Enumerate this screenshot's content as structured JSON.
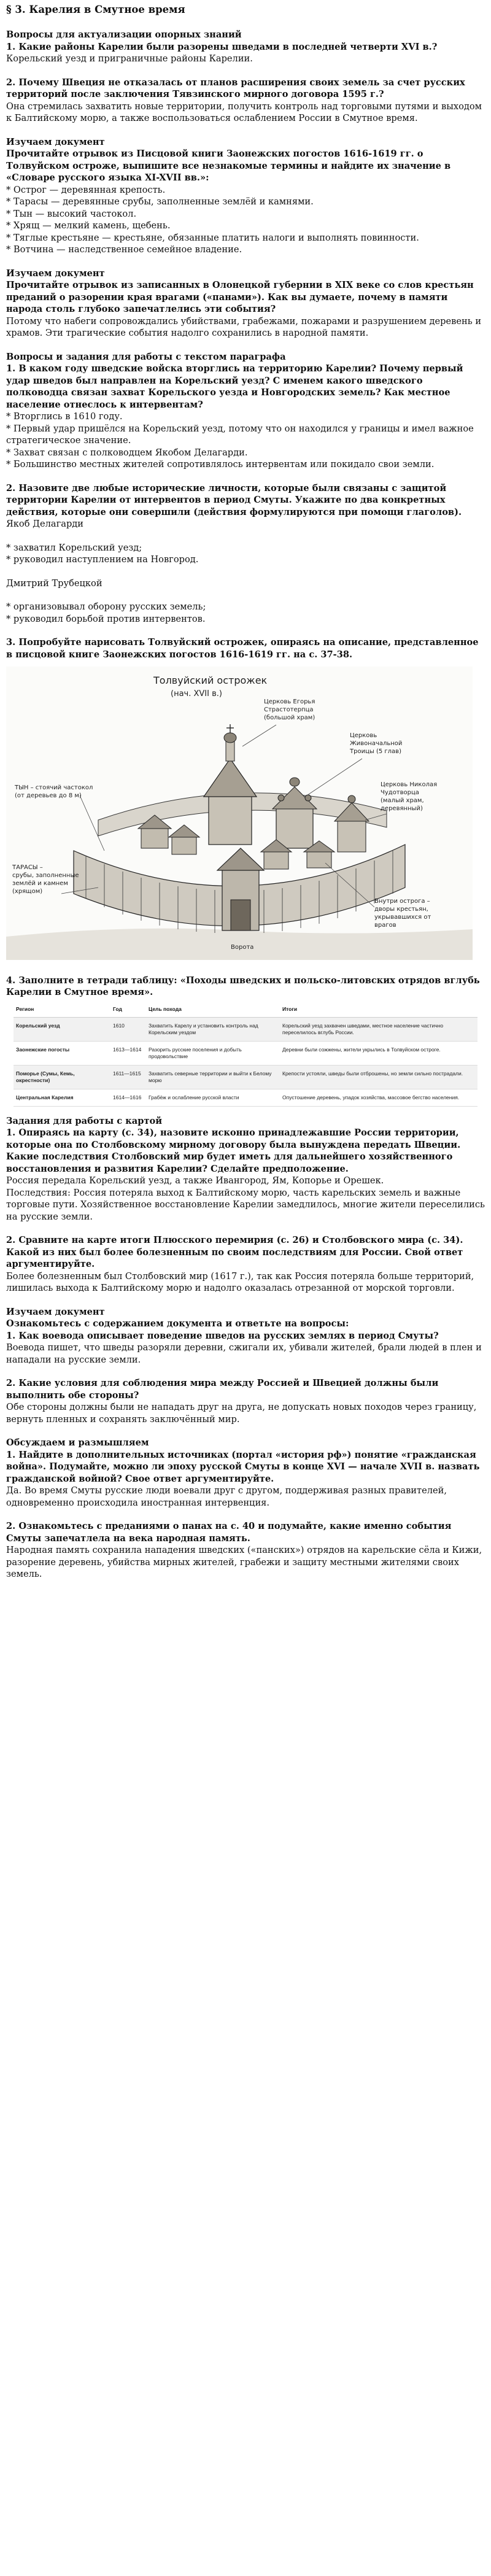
{
  "title": "§ 3. Карелия в Смутное время",
  "sec1": {
    "head": "Вопросы для актуализации опорных знаний",
    "q1": "1. Какие районы Карелии были разорены шведами в последней четверти XVI в.?",
    "a1": "Корельский уезд и приграничные районы Карелии.",
    "q2": "2. Почему Швеция не отказалась от планов расширения своих земель за счет русских территорий после заключения Тявзинского мирного договора 1595 г.?",
    "a2": "Она стремилась захватить новые территории, получить контроль над торговыми путями и выходом к Балтийскому морю, а также воспользоваться ослаблением России в Смутное время."
  },
  "doc1": {
    "head": "Изучаем документ",
    "task": "Прочитайте отрывок из Писцовой книги Заонежских погостов 1616-1619 гг. о Толвуйском остроже, выпишите все незнакомые термины и найдите их значение в «Словаре русского языка XI-XVII вв.»:",
    "terms": "* Острог — деревянная крепость.\n* Тарасы — деревянные срубы, заполненные землёй и камнями.\n* Тын — высокий частокол.\n* Хрящ — мелкий камень, щебень.\n* Тяглые крестьяне — крестьяне, обязанные платить налоги и выполнять повинности.\n* Вотчина — наследственное семейное владение."
  },
  "doc2": {
    "head": "Изучаем документ",
    "task": "Прочитайте отрывок из записанных в Олонецкой губернии в XIX веке со слов крестьян преданий о разорении края врагами («панами»). Как вы думаете, почему в памяти народа столь глубоко запечатлелись эти события?",
    "answer": "Потому что набеги сопровождались убийствами, грабежами, пожарами и разрушением деревень и храмов. Эти трагические события надолго сохранились в народной памяти."
  },
  "sec2": {
    "head": "Вопросы и задания для работы с текстом параграфа",
    "q1": "1. В каком году шведские войска вторглись на территорию Карелии? Почему первый удар шведов был направлен на Корельский уезд? С именем какого шведского полководца связан захват Корельского уезда и Новгородских земель? Как местное население отнеслось к интервентам?",
    "a1": "* Вторглись в 1610 году.\n* Первый удар пришёлся на Корельский уезд, потому что он находился у границы и имел важное стратегическое значение.\n* Захват связан с полководцем Якобом Делагарди.\n* Большинство местных жителей сопротивлялось интервентам или покидало свои земли.",
    "q2": "2. Назовите две любые исторические личности, которые были связаны с защитой территории Карелии от интервентов в период Смуты. Укажите по два конкретных действия, которые они совершили (действия формулируются при помощи глаголов).",
    "p1_name": "Якоб Делагарди",
    "p1_actions": "* захватил Корельский уезд;\n* руководил наступлением на Новгород.",
    "p2_name": "Дмитрий Трубецкой",
    "p2_actions": "* организовывал оборону русских земель;\n* руководил борьбой против интервентов.",
    "q3": "3. Попробуйте нарисовать Толвуйский острожек, опираясь на описание, представленное в писцовой книге Заонежских погостов 1616-1619 гг. на с. 37-38."
  },
  "figure": {
    "title_line1": "Толвуйский острожек",
    "title_line2": "(нач. XVII в.)",
    "lbl_tyn": "ТЫН – стоячий частокол\n(от деревьев до 8 м)",
    "lbl_church": "Церковь Егорья\nСтрастотерпца\n(большой храм)",
    "lbl_church2": "Церковь\nЖивоначальной\nТроицы (5 глав)",
    "lbl_church3": "Церковь Николая\nЧудотворца\n(малый храм, деревянный)",
    "lbl_tarasy": "ТАРАСЫ –\nсрубы, заполненные\nземлёй и камнем\n(хрящом)",
    "lbl_vorota": "Ворота",
    "lbl_inside": "Внутри острога –\nдворы крестьян,\nукрывавшихся от\nврагов"
  },
  "q4": "4. Заполните в тетради таблицу: «Походы шведских и польско-литовских отрядов вглубь Карелии в Смутное время».",
  "table": {
    "headers": [
      "Регион",
      "Год",
      "Цель похода",
      "Итоги"
    ],
    "rows": [
      [
        "Корельский уезд",
        "1610",
        "Захватить Карелу и установить контроль над Корельским уездом",
        "Корельский уезд захвачен шведами, местное население частично переселилось вглубь России."
      ],
      [
        "Заонежские погосты",
        "1613—1614",
        "Разорить русские поселения и добыть продовольствие",
        "Деревни были сожжены, жители укрылись в Толвуйском остроге."
      ],
      [
        "Поморье (Сумы, Кемь, окрестности)",
        "1611—1615",
        "Захватить северные территории и выйти к Белому морю",
        "Крепости устояли, шведы были отброшены, но земли сильно пострадали."
      ],
      [
        "Центральная Карелия",
        "1614—1616",
        "Грабёж и ослабление русской власти",
        "Опустошение деревень, упадок хозяйства, массовое бегство населения."
      ]
    ]
  },
  "sec3": {
    "head": "Задания для работы с картой",
    "q1": "1. Опираясь на карту (с. 34), назовите исконно принадлежавшие России территории, которые она по Столбовскому мирному договору была вынуждена передать Швеции. Какие последствия Столбовский мир будет иметь для дальнейшего хозяйственного восстановления и развития Карелии? Сделайте предположение.",
    "a1": "Россия передала Корельский уезд, а также Ивангород, Ям, Копорье и Орешек.\nПоследствия: Россия потеряла выход к Балтийскому морю, часть карельских земель и важные торговые пути. Хозяйственное восстановление Карелии замедлилось, многие жители переселились на русские земли.",
    "q2": "2. Сравните на карте итоги Плюсского перемирия (с. 26) и Столбовского мира (с. 34). Какой из них был более болезненным по своим последствиям для России. Свой ответ аргументируйте.",
    "a2": "Более болезненным был Столбовский мир (1617 г.), так как Россия потеряла больше территорий, лишилась выхода к Балтийскому морю и надолго оказалась отрезанной от морской торговли."
  },
  "doc3": {
    "head": "Изучаем документ",
    "intro": "Ознакомьтесь с содержанием документа и ответьте на вопросы:",
    "q1": "1. Как воевода описывает поведение шведов на русских землях в период Смуты?",
    "a1": "Воевода пишет, что шведы разоряли деревни, сжигали их, убивали жителей, брали людей в плен и нападали на русские земли.",
    "q2": "2. Какие условия для соблюдения мира между Россией и Швецией должны были выполнить обе стороны?",
    "a2": "Обе стороны должны были не нападать друг на друга, не допускать новых походов через границу, вернуть пленных и сохранять заключённый мир."
  },
  "sec4": {
    "head": "Обсуждаем и размышляем",
    "q1": "1. Найдите в дополнительных источниках (портал «история рф») понятие «гражданская война». Подумайте, можно ли эпоху русской Смуты в конце XVI — начале XVII в. назвать гражданской войной? Свое ответ аргументируйте.",
    "a1": "Да. Во время Смуты русские люди воевали друг с другом, поддерживая разных правителей, одновременно происходила иностранная интервенция.",
    "q2": "2. Ознакомьтесь с преданиями о панах на с. 40 и подумайте, какие именно события Смуты запечатлела на века народная память.",
    "a2": "Народная память сохранила нападения шведских («панских») отрядов на карельские сёла и Кижи, разорение деревень, убийства мирных жителей, грабежи и защиту местными жителями своих земель."
  }
}
